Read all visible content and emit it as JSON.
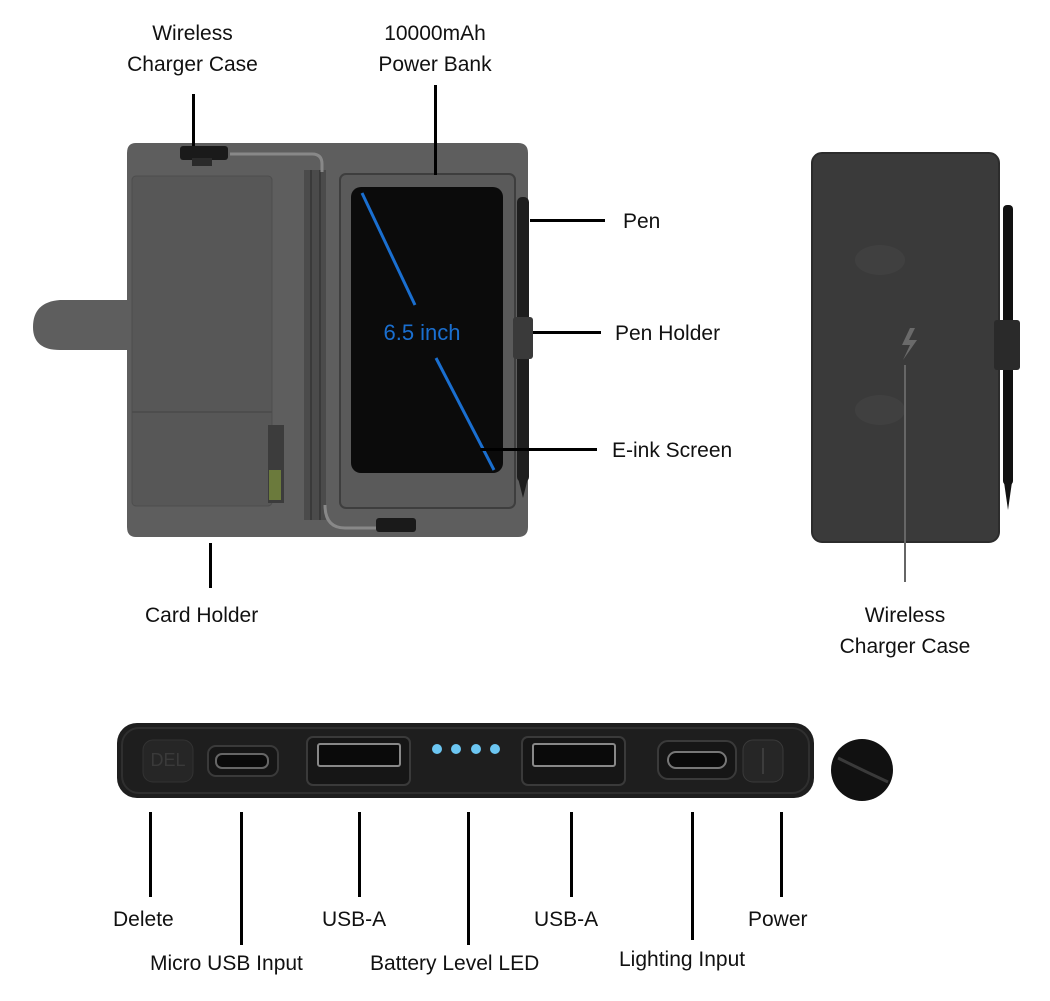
{
  "labels": {
    "wireless_case_top": [
      "Wireless",
      "Charger Case"
    ],
    "power_bank": [
      "10000mAh",
      "Power Bank"
    ],
    "pen": "Pen",
    "pen_holder": "Pen Holder",
    "eink_screen": "E-ink Screen",
    "card_holder": "Card Holder",
    "wireless_case_right": [
      "Wireless",
      "Charger Case"
    ],
    "screen_size": "6.5 inch",
    "delete_button_text": "DEL"
  },
  "ports": {
    "delete": "Delete",
    "micro_usb": "Micro USB Input",
    "usb_a_1": "USB-A",
    "battery_led": "Battery Level LED",
    "usb_a_2": "USB-A",
    "lighting": "Lighting Input",
    "power": "Power"
  },
  "colors": {
    "case_gray": "#5c5c5c",
    "screen_black": "#0b0b0b",
    "measure_blue": "#1a6fd0",
    "led_blue": "#6cc6f2"
  }
}
